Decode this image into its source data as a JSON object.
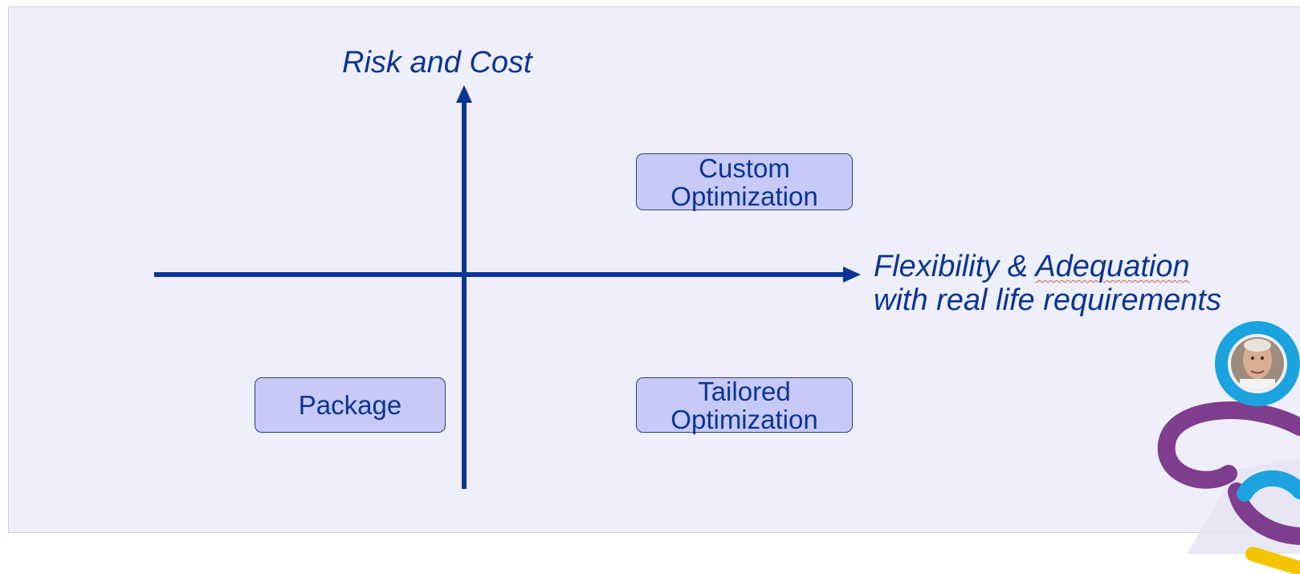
{
  "diagram": {
    "y_axis_label": "Risk and Cost",
    "x_axis_label_line1_prefix": "Flexibility & ",
    "x_axis_label_line1_word": "Adequation",
    "x_axis_label_line2": "with real life requirements",
    "boxes": {
      "custom_line1": "Custom",
      "custom_line2": "Optimization",
      "tailored_line1": "Tailored",
      "tailored_line2": "Optimization",
      "package": "Package"
    }
  },
  "colors": {
    "panel_background": "#efeffc",
    "axis": "#0a3594",
    "box_fill": "#c7c9f9",
    "box_border": "#2d3d86",
    "logo_blue": "#1aa3de",
    "logo_purple": "#7f3e8d",
    "logo_yellow": "#f4c400"
  },
  "icons": {
    "logo": "interlinked-rings-logo",
    "avatar": "presenter-avatar"
  }
}
